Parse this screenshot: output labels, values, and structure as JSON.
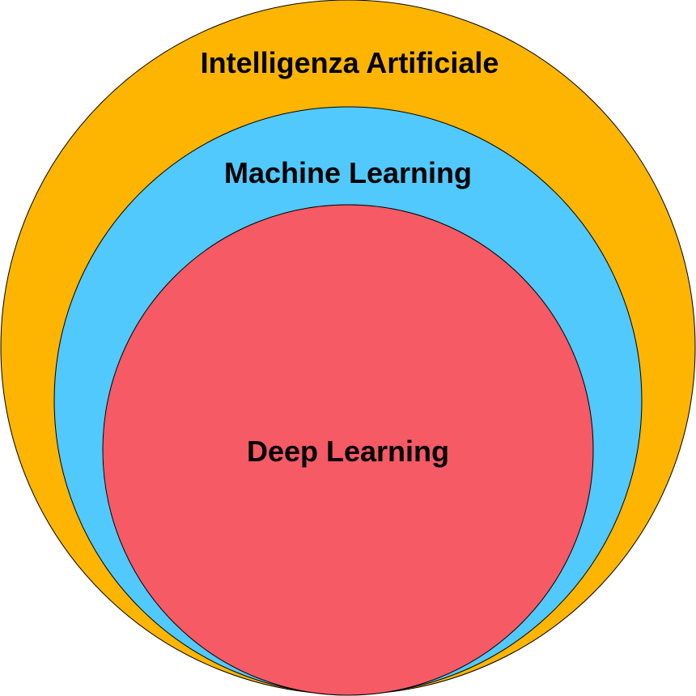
{
  "diagram": {
    "rings": [
      {
        "id": "ai",
        "label": "Intelligenza Artificiale",
        "color": "#FDB502"
      },
      {
        "id": "ml",
        "label": "Machine Learning",
        "color": "#51C9FD"
      },
      {
        "id": "dl",
        "label": "Deep Learning",
        "color": "#F55A65"
      }
    ]
  }
}
